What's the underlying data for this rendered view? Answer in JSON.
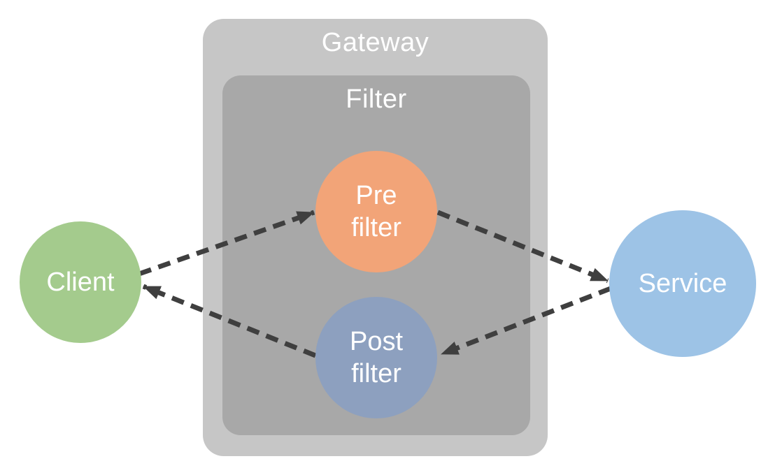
{
  "diagram": {
    "type": "architecture-flow",
    "containers": {
      "gateway": {
        "label": "Gateway",
        "fill": "#c6c6c6",
        "label_color": "#ffffff"
      },
      "filter": {
        "label": "Filter",
        "fill": "#a8a8a8",
        "label_color": "#ffffff"
      }
    },
    "nodes": {
      "client": {
        "label": "Client",
        "shape": "circle",
        "fill": "#a4cb8d",
        "label_color": "#ffffff"
      },
      "pre_filter": {
        "label": "Pre filter",
        "shape": "circle",
        "fill": "#f2a478",
        "label_color": "#ffffff",
        "inside": "filter"
      },
      "post_filter": {
        "label": "Post filter",
        "shape": "circle",
        "fill": "#8da0bf",
        "label_color": "#ffffff",
        "inside": "filter"
      },
      "service": {
        "label": "Service",
        "shape": "circle",
        "fill": "#9dc3e6",
        "label_color": "#ffffff"
      }
    },
    "edges": [
      {
        "from": "client",
        "to": "pre_filter",
        "style": "dashed",
        "arrowhead": "end"
      },
      {
        "from": "pre_filter",
        "to": "service",
        "style": "dashed",
        "arrowhead": "end"
      },
      {
        "from": "service",
        "to": "post_filter",
        "style": "dashed",
        "arrowhead": "end"
      },
      {
        "from": "post_filter",
        "to": "client",
        "style": "dashed",
        "arrowhead": "end"
      }
    ],
    "edge_style": {
      "color": "#3f3f3f"
    },
    "background": "#ffffff"
  }
}
